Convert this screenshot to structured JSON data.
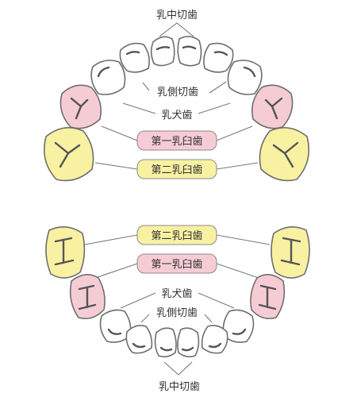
{
  "upper": {
    "central_incisor_label": "乳中切歯",
    "lateral_incisor_label": "乳側切歯",
    "canine_label": "乳犬歯",
    "first_molar_label": "第一乳臼歯",
    "second_molar_label": "第二乳臼歯"
  },
  "lower": {
    "second_molar_label": "第二乳臼歯",
    "first_molar_label": "第一乳臼歯",
    "canine_label": "乳犬歯",
    "lateral_incisor_label": "乳側切歯",
    "central_incisor_label": "乳中切歯"
  },
  "colors": {
    "primary_molar_1": "#f6ccd4",
    "primary_molar_2": "#f8f1a2",
    "other_teeth": "#ffffff"
  }
}
